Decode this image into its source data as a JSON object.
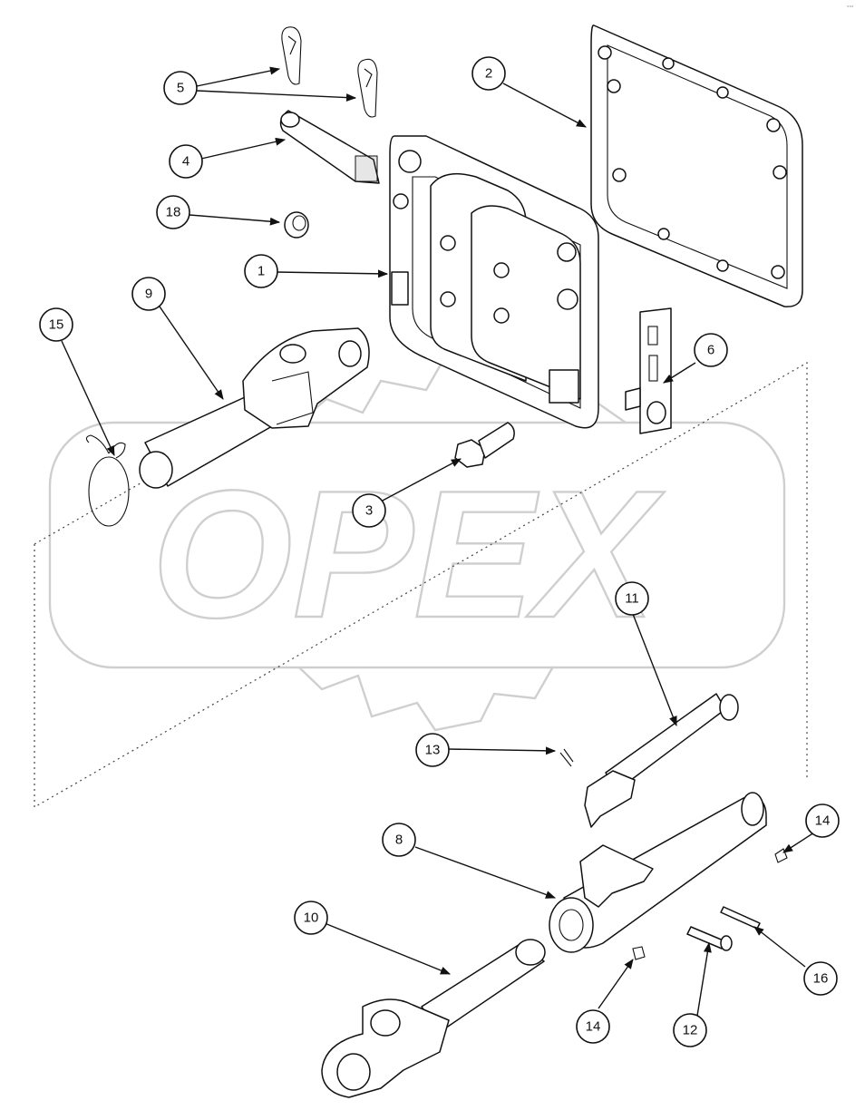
{
  "watermark": {
    "text": "OPEX"
  },
  "corner_mark": "°°°",
  "callouts": {
    "c1": "1",
    "c2": "2",
    "c3": "3",
    "c4": "4",
    "c5": "5",
    "c6": "6",
    "c8": "8",
    "c9": "9",
    "c10": "10",
    "c11": "11",
    "c12": "12",
    "c13": "13",
    "c14a": "14",
    "c14b": "14",
    "c15": "15",
    "c16": "16",
    "c18": "18"
  }
}
